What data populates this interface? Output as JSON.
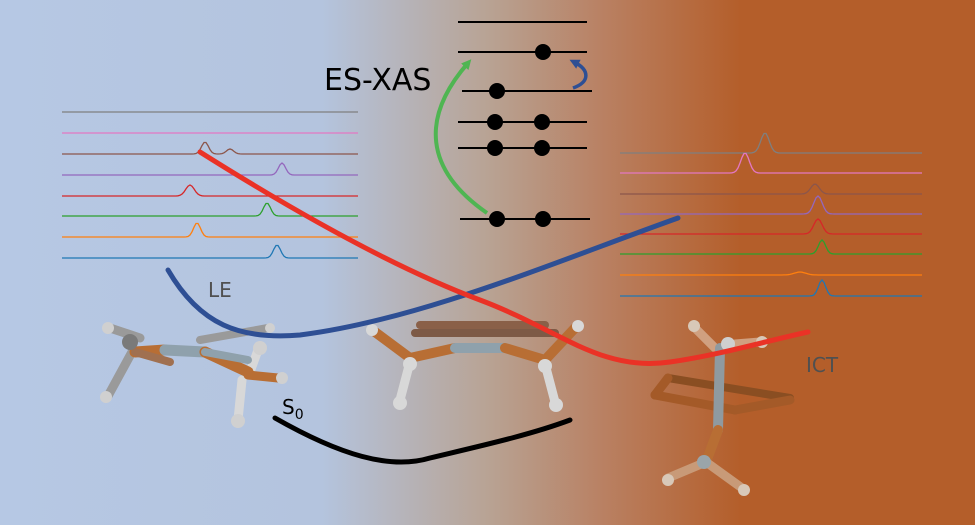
{
  "labels": {
    "es_xas": "ES-XAS",
    "le": "LE",
    "ict": "ICT",
    "s0_main": "S",
    "s0_sub": "0"
  },
  "colors": {
    "background_left": "#b6c8e4",
    "background_right": "#b45e2a",
    "le_curve": "#2e4f94",
    "ict_curve": "#ea3226",
    "s0_curve": "#000000",
    "excitation_arrow": "#4fb552",
    "relaxation_arrow": "#2e4f94",
    "orbital_dot": "#000000",
    "label_gray": "#505050"
  },
  "spectra_left_colors": [
    "#7f7f7f",
    "#e377c2",
    "#8c564b",
    "#9467bd",
    "#d62728",
    "#2ca02c",
    "#ff7f0e",
    "#1f77b4"
  ],
  "spectra_right_colors": [
    "#7f7f7f",
    "#e377c2",
    "#8c564b",
    "#9467bd",
    "#d62728",
    "#2ca02c",
    "#ff7f0e",
    "#1f77b4"
  ],
  "orbital_levels": [
    {
      "occupancy": 0
    },
    {
      "occupancy": 1
    },
    {
      "occupancy": 1
    },
    {
      "occupancy": 2
    },
    {
      "occupancy": 2
    },
    {
      "occupancy": 2
    }
  ],
  "molecules": [
    {
      "name": "LE geometry"
    },
    {
      "name": "S0 geometry"
    },
    {
      "name": "ICT geometry"
    }
  ]
}
